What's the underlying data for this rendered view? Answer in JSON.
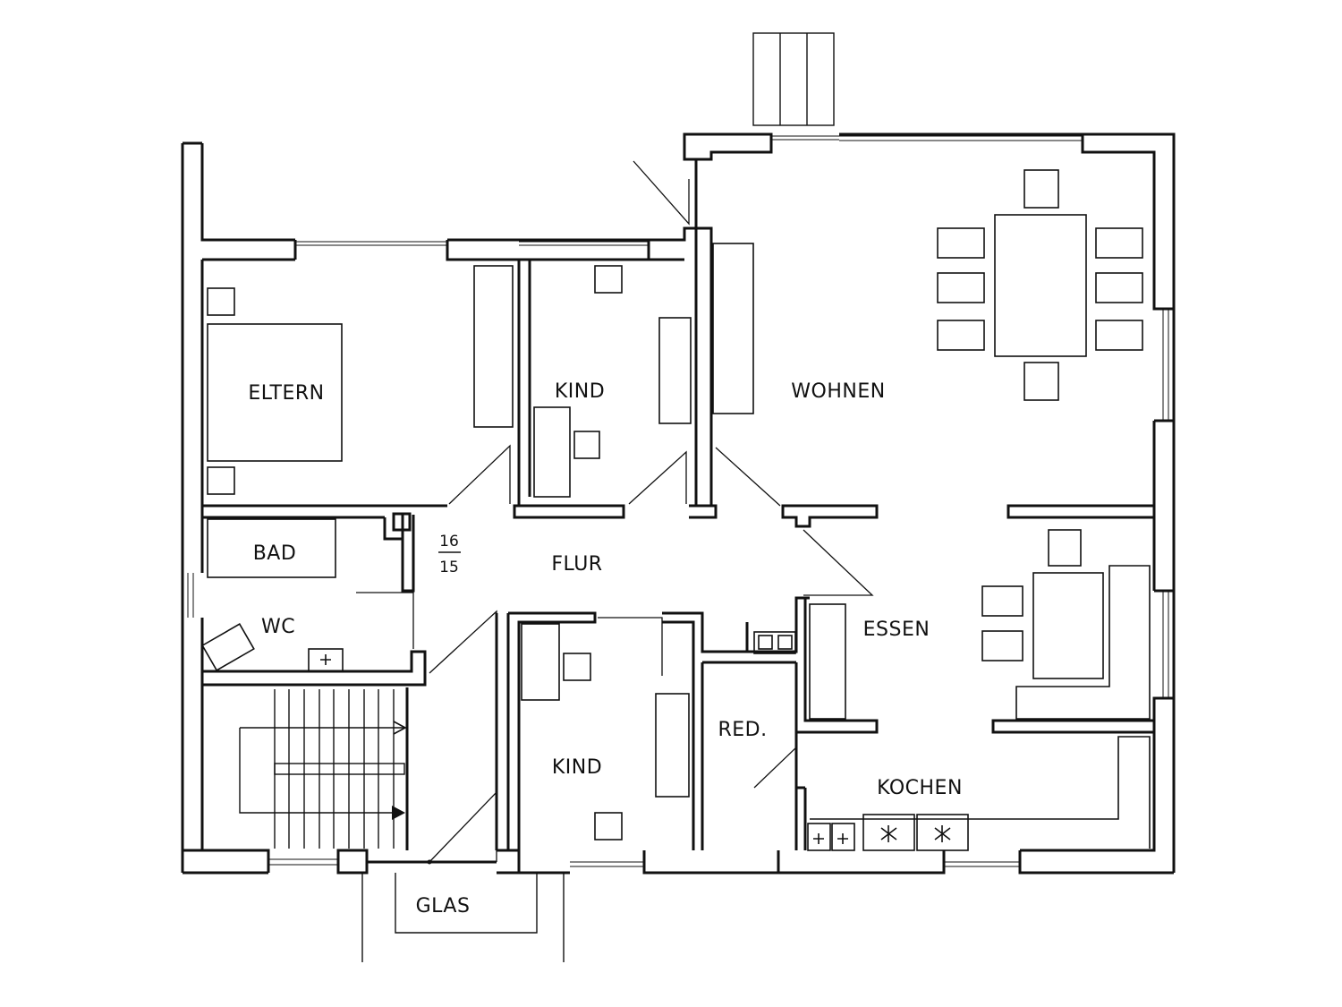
{
  "rooms": {
    "eltern": "ELTERN",
    "kind_north": "KIND",
    "wohnen": "WOHNEN",
    "bad": "BAD",
    "wc": "WC",
    "flur": "FLUR",
    "essen": "ESSEN",
    "kind_south": "KIND",
    "red": "RED.",
    "kochen": "KOCHEN",
    "glas": "GLAS"
  },
  "stair": {
    "upper": "16",
    "lower": "15"
  },
  "colors": {
    "line": "#111111",
    "background": "#ffffff"
  }
}
